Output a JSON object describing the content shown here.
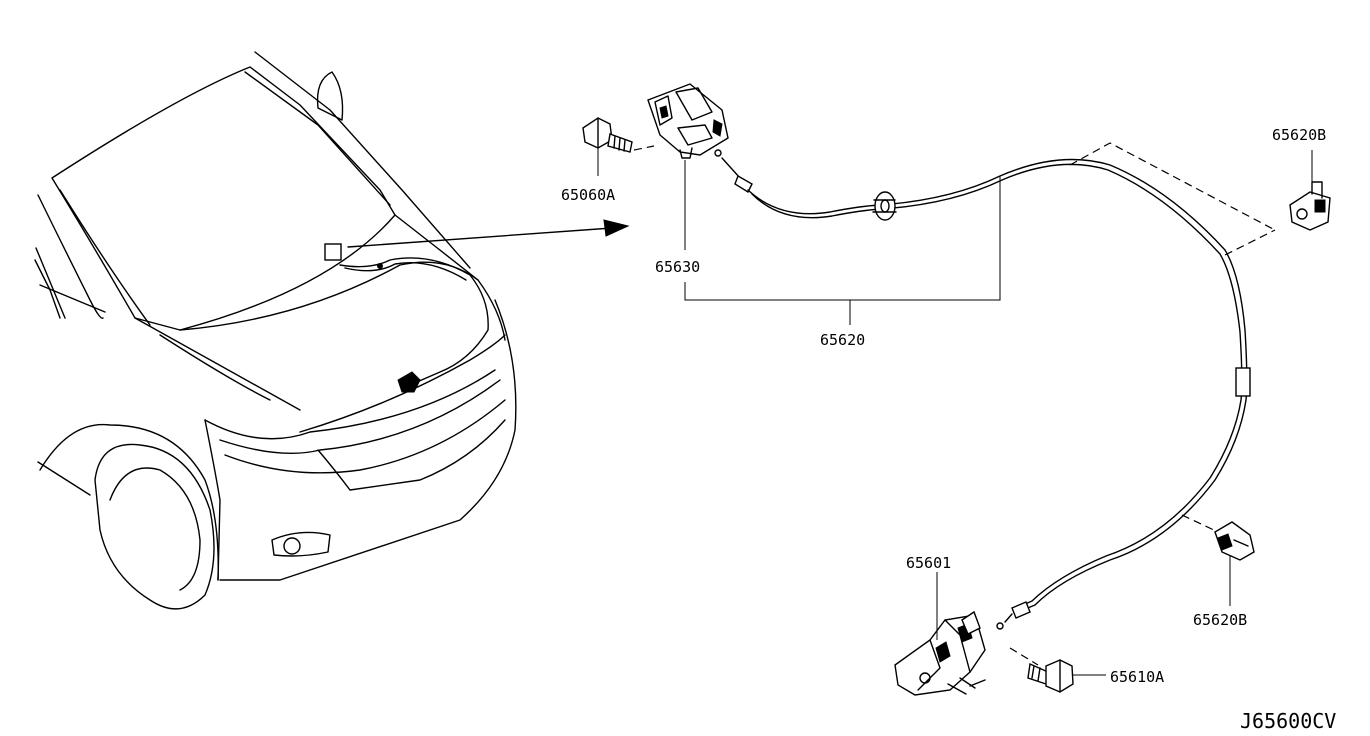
{
  "labels": {
    "p65060A": "65060A",
    "p65630": "65630",
    "p65620": "65620",
    "p65620B_top": "65620B",
    "p65620B_bottom": "65620B",
    "p65601": "65601",
    "p65610A": "65610A"
  },
  "diagram_code": "J65600CV"
}
